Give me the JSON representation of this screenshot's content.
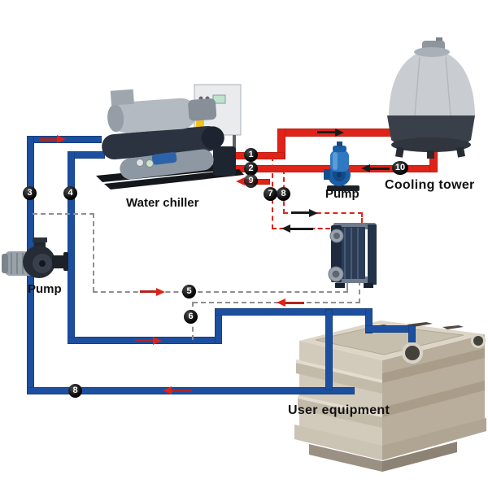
{
  "diagram": {
    "type": "water-chilling-system-flow-diagram",
    "captions": {
      "water_chiller": "Water chiller",
      "cooling_tower": "Cooling tower",
      "pump_right": "Pump",
      "pump_left": "Pump",
      "user_equipment": "User equipment"
    },
    "markers": [
      {
        "label": "1"
      },
      {
        "label": "2"
      },
      {
        "label": "3"
      },
      {
        "label": "4"
      },
      {
        "label": "5"
      },
      {
        "label": "6"
      },
      {
        "label": "7"
      },
      {
        "label": "8"
      },
      {
        "label": "9"
      },
      {
        "label": "10"
      },
      {
        "label": "8"
      }
    ],
    "colors": {
      "hot_pipe": "#e02318",
      "cold_pipe": "#1d4fa1",
      "dashed_bypass_gray": "#8f8f8f",
      "dashed_bypass_red": "#e02318",
      "marker_background": "#000000",
      "marker_text": "#ffffff",
      "background": "#ffffff"
    },
    "flows": [
      {
        "line": "chiller-to-cooling-tower-hot",
        "arrow": "right"
      },
      {
        "line": "cooling-tower-to-chiller-hot",
        "arrow": "left"
      },
      {
        "line": "return-into-chiller-cold",
        "arrow": "right"
      },
      {
        "line": "supply-to-user-equipment-cold",
        "arrow": "right"
      },
      {
        "line": "user-equipment-return-cold",
        "arrow": "left"
      },
      {
        "line": "pump-to-heat-exchanger-gray",
        "arrow": "right"
      },
      {
        "line": "heat-exchanger-return-gray",
        "arrow": "left"
      },
      {
        "line": "red-bypass-to-heat-exchanger",
        "arrow": "right"
      },
      {
        "line": "red-bypass-from-heat-exchanger",
        "arrow": "left"
      }
    ]
  }
}
